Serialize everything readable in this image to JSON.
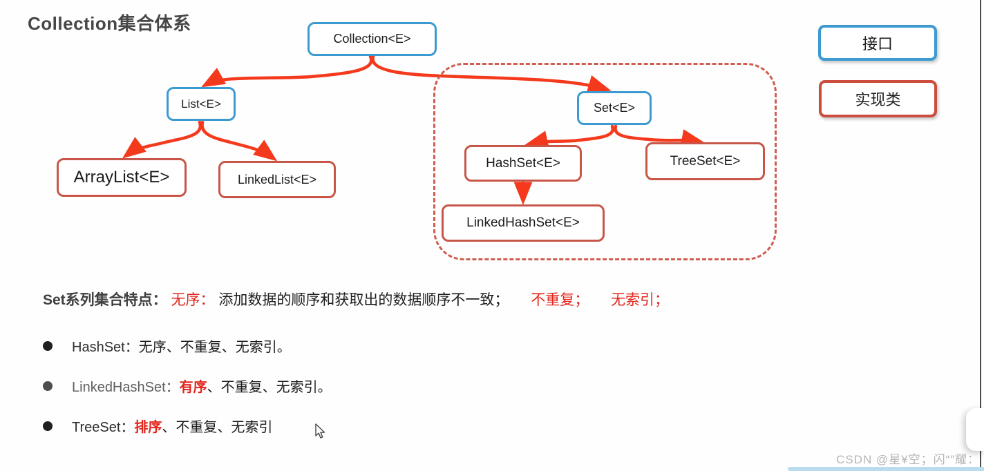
{
  "title": "Collection集合体系",
  "diagram": {
    "nodes": {
      "collection": {
        "label": "Collection<E>",
        "type": "interface"
      },
      "list": {
        "label": "List<E>",
        "type": "interface"
      },
      "arraylist": {
        "label": "ArrayList<E>",
        "type": "implementation"
      },
      "linkedlist": {
        "label": "LinkedList<E>",
        "type": "implementation"
      },
      "set": {
        "label": "Set<E>",
        "type": "interface"
      },
      "hashset": {
        "label": "HashSet<E>",
        "type": "implementation"
      },
      "treeset": {
        "label": "TreeSet<E>",
        "type": "implementation"
      },
      "linkedhashset": {
        "label": "LinkedHashSet<E>",
        "type": "implementation"
      }
    },
    "legend": {
      "interface_label": "接口",
      "implementation_label": "实现类"
    },
    "colors": {
      "interface_border": "#3d9ad1",
      "implementation_border": "#c75648",
      "arrow": "#f5391c",
      "group_dashed_border": "#d05c50",
      "highlight_red": "#e1251b"
    }
  },
  "notes": {
    "heading_bold": "Set系列集合特点：",
    "seg_red_1": "无序：",
    "seg_black": "添加数据的顺序和获取出的数据顺序不一致；",
    "seg_red_2": "不重复；",
    "seg_red_3": "无索引；",
    "bullets": [
      {
        "label": "HashSet：",
        "highlight": "",
        "rest": "无序、不重复、无索引。"
      },
      {
        "label": "LinkedHashSet： ",
        "highlight": "有序",
        "rest": "、不重复、无索引。"
      },
      {
        "label": "TreeSet： ",
        "highlight": "排序",
        "rest": "、不重复、无索引"
      }
    ]
  },
  "watermark": "CSDN @星¥空；闪“”耀："
}
